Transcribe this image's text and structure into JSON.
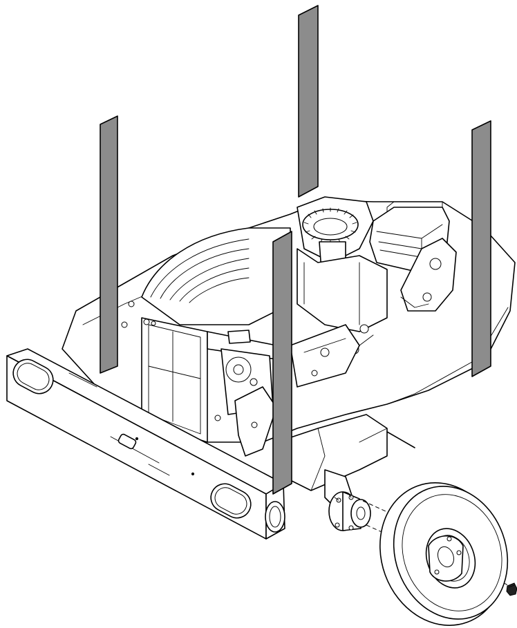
{
  "figure": {
    "colors": {
      "strap": "#8c8c8c",
      "line": "#000000",
      "background": "#ffffff"
    },
    "parts": [
      "lifting-strap-left",
      "lifting-strap-center",
      "lifting-strap-right",
      "lifting-strap-front",
      "mower-deck",
      "front-bumper",
      "blower-housing",
      "engine",
      "wheel-hub",
      "wheel-tire",
      "lug-nut"
    ]
  }
}
